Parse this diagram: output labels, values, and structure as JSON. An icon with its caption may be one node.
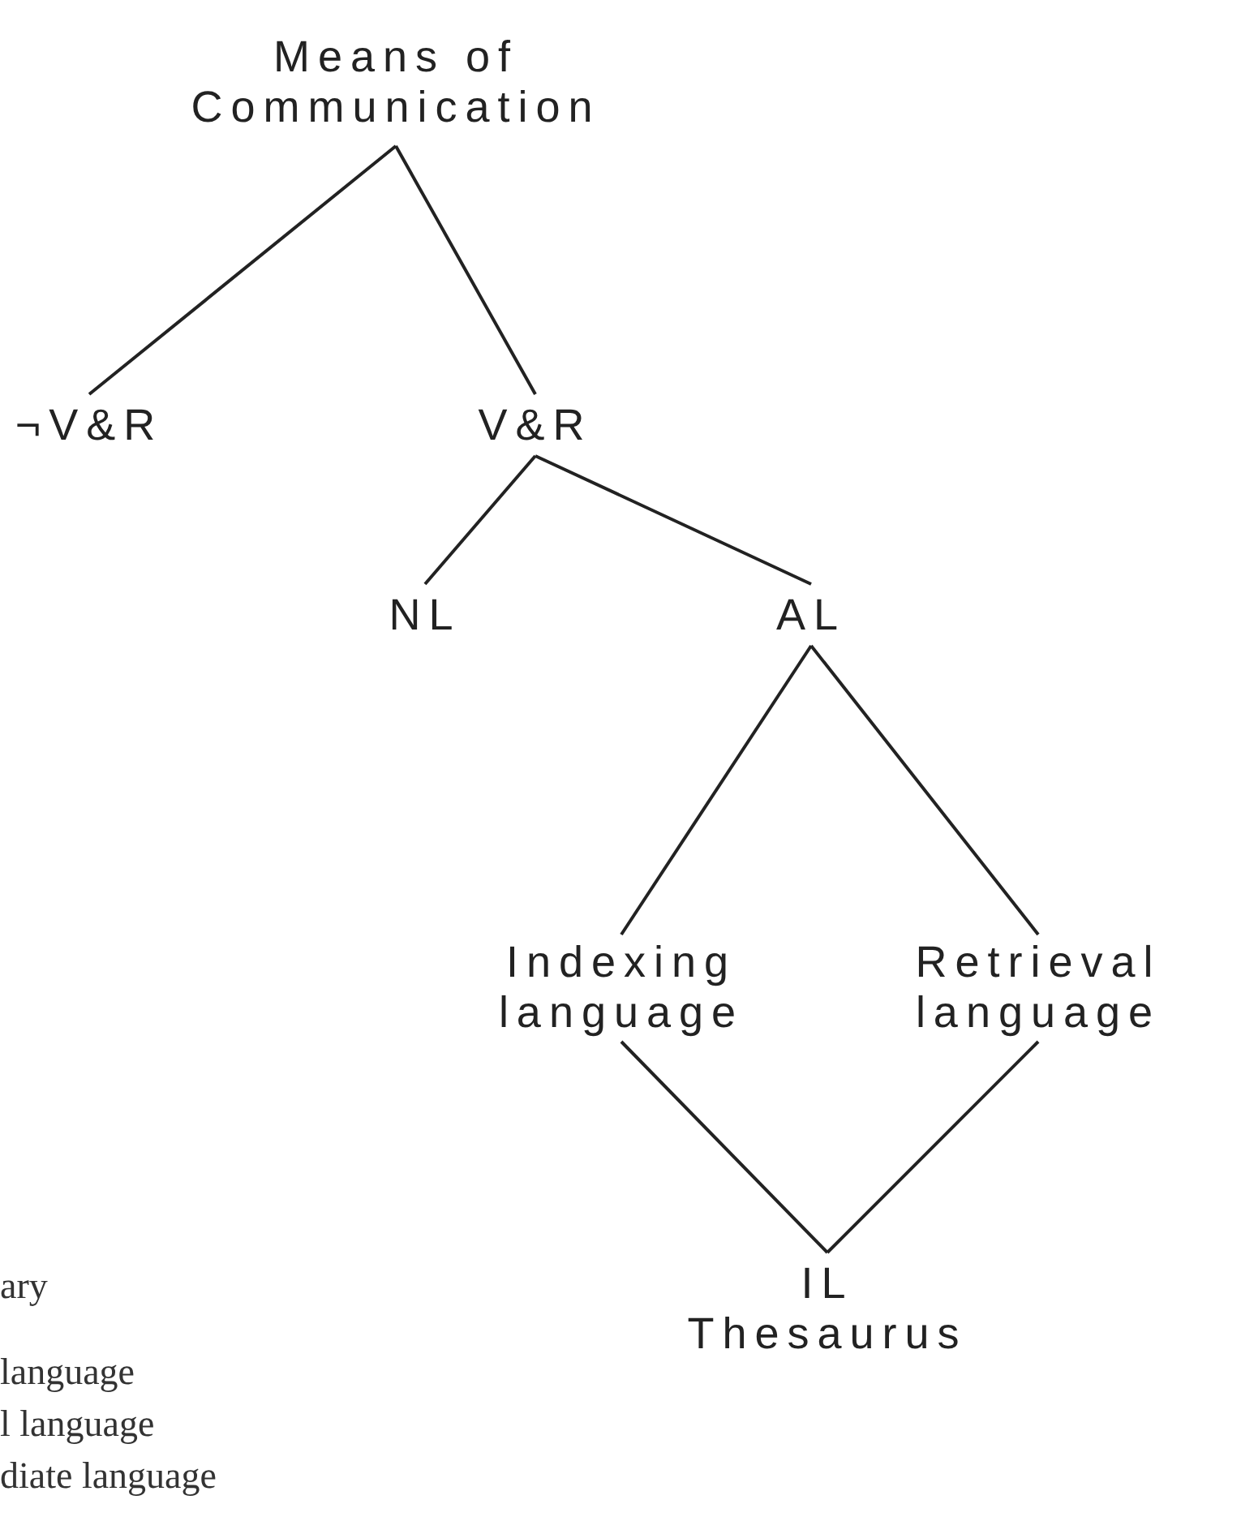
{
  "diagram": {
    "nodes": [
      {
        "text": [
          "Means of Communication"
        ]
      },
      {
        "text": [
          "¬V&R"
        ]
      },
      {
        "text": [
          "V&R"
        ]
      },
      {
        "text": [
          "NL"
        ]
      },
      {
        "text": [
          "AL"
        ]
      },
      {
        "text": [
          "Indexing language"
        ]
      },
      {
        "text": [
          "Retrieval language"
        ]
      },
      {
        "text": [
          "IL",
          "Thesaurus"
        ]
      }
    ],
    "edges": [
      {
        "from": 0,
        "to": 1,
        "arrow": "none"
      },
      {
        "from": 0,
        "to": 2,
        "arrow": "none"
      },
      {
        "from": 2,
        "to": 3,
        "arrow": "none"
      },
      {
        "from": 2,
        "to": 4,
        "arrow": "none"
      },
      {
        "from": 4,
        "to": 5,
        "arrow": "none"
      },
      {
        "from": 4,
        "to": 6,
        "arrow": "none"
      },
      {
        "from": 5,
        "to": 7,
        "arrow": "none"
      },
      {
        "from": 6,
        "to": 7,
        "arrow": "none"
      }
    ],
    "labels": [
      "ary",
      "language",
      "l language",
      "diate language"
    ]
  }
}
